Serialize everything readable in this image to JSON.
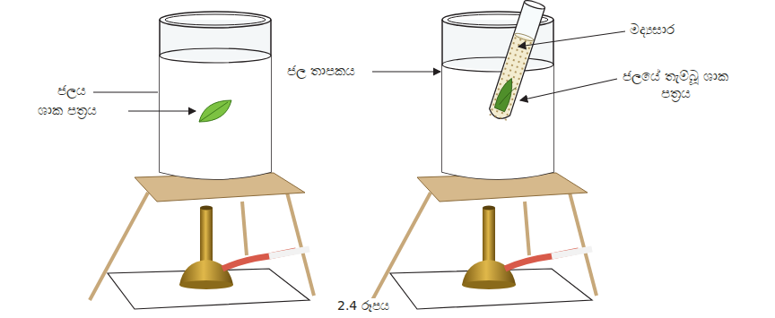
{
  "diagram": {
    "caption": "2.4 රූපය",
    "labels": [
      "ජලය",
      "ශාක පත්‍රය",
      "ජල තාපකය",
      "මද්‍යසාර",
      "ජලයේ තැම්බූ ශාක පත්‍රය"
    ]
  }
}
